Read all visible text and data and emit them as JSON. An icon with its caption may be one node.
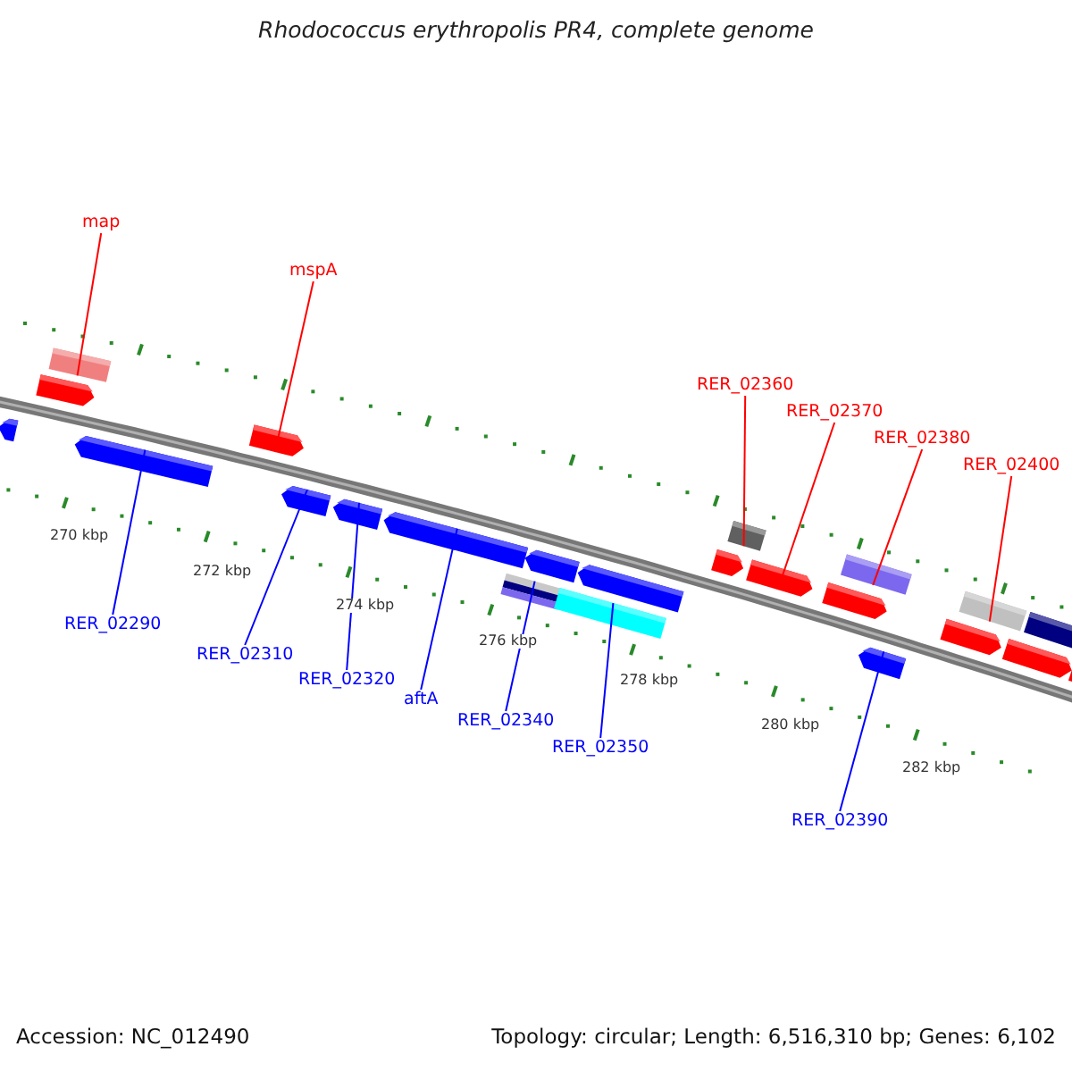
{
  "diagram": {
    "title": "Rhodococcus erythropolis PR4, complete genome",
    "nodes": [
      {
        "text": [
          "map"
        ]
      },
      {
        "text": [
          "mspA"
        ]
      },
      {
        "text": [
          "RER_02360"
        ]
      },
      {
        "text": [
          "RER_02370"
        ]
      },
      {
        "text": [
          "RER_02380"
        ]
      },
      {
        "text": [
          "RER_02400"
        ]
      },
      {
        "text": [
          "RER_02290"
        ]
      },
      {
        "text": [
          "RER_02310"
        ]
      },
      {
        "text": [
          "RER_02320"
        ]
      },
      {
        "text": [
          "aftA"
        ]
      },
      {
        "text": [
          "RER_02340"
        ]
      },
      {
        "text": [
          "RER_02350"
        ]
      },
      {
        "text": [
          "RER_02390"
        ]
      },
      {
        "text": [],
        "shape": "arrow"
      },
      {
        "text": [],
        "shape": "arrow"
      },
      {
        "text": [],
        "shape": "box"
      },
      {
        "text": [],
        "shape": "arrow"
      },
      {
        "text": [],
        "shape": "arrow"
      },
      {
        "text": [],
        "shape": "arrow"
      },
      {
        "text": [],
        "shape": "arrow"
      },
      {
        "text": [],
        "shape": "arrow"
      },
      {
        "text": [],
        "shape": "box"
      },
      {
        "text": [],
        "shape": "arrow"
      },
      {
        "text": [],
        "shape": "box"
      },
      {
        "text": [],
        "shape": "arrow"
      },
      {
        "text": [],
        "shape": "arrow"
      },
      {
        "text": [],
        "shape": "box"
      },
      {
        "text": [],
        "shape": "arrow"
      },
      {
        "text": [],
        "shape": "arrow"
      },
      {
        "text": [],
        "shape": "box"
      },
      {
        "text": [],
        "shape": "arrow"
      },
      {
        "text": [],
        "shape": "arrow"
      },
      {
        "text": [],
        "shape": "box"
      },
      {
        "text": [],
        "shape": "arrow"
      },
      {
        "text": [],
        "shape": "box"
      },
      {
        "text": [],
        "shape": "arrow"
      }
    ],
    "edges": [
      {
        "from": 0,
        "to": 15,
        "arrow": "none",
        "color": "#ff0000"
      },
      {
        "from": 1,
        "to": 17,
        "arrow": "none",
        "color": "#ff0000"
      },
      {
        "from": 2,
        "to": 26,
        "arrow": "none",
        "color": "#ff0000"
      },
      {
        "from": 3,
        "to": 27,
        "arrow": "none",
        "color": "#ff0000"
      },
      {
        "from": 4,
        "to": 29,
        "arrow": "none",
        "color": "#ff0000"
      },
      {
        "from": 5,
        "to": 32,
        "arrow": "none",
        "color": "#ff0000"
      },
      {
        "from": 6,
        "to": 16,
        "arrow": "none"
      },
      {
        "from": 7,
        "to": 18,
        "arrow": "none"
      },
      {
        "from": 8,
        "to": 19,
        "arrow": "none"
      },
      {
        "from": 9,
        "to": 20,
        "arrow": "none"
      },
      {
        "from": 10,
        "to": 21,
        "arrow": "none"
      },
      {
        "from": 11,
        "to": 23,
        "arrow": "none"
      },
      {
        "from": 12,
        "to": 30,
        "arrow": "none"
      }
    ],
    "labels": [
      "270 kbp",
      "272 kbp",
      "274 kbp",
      "276 kbp",
      "278 kbp",
      "280 kbp",
      "282 kbp",
      "Accession: NC_012490",
      "Topology: circular; Length: 6,516,310 bp; Genes: 6,102"
    ]
  }
}
